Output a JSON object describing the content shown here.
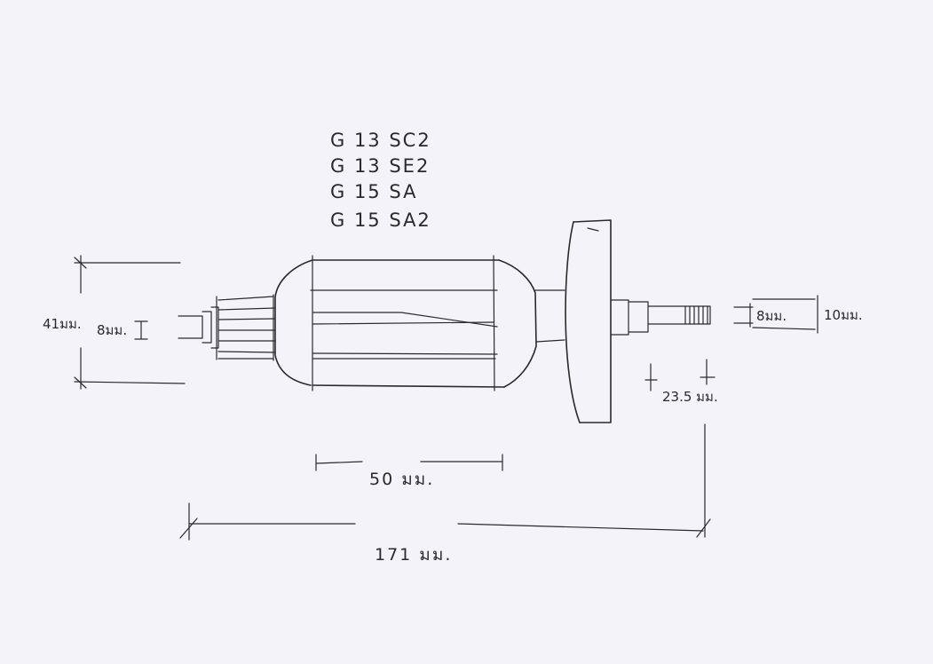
{
  "models": [
    "G 13 SC2",
    "G 13 SE2",
    "G 15 SA",
    "G 15 SA2"
  ],
  "dimensions": {
    "outer_diameter": "41มม.",
    "commutator_shaft": "8มม.",
    "core_length": "50 มม.",
    "total_length": "171 มม.",
    "thread_length": "23.5 มม.",
    "thread_diameter": "8มม.",
    "shaft_end_diameter": "10มม."
  }
}
